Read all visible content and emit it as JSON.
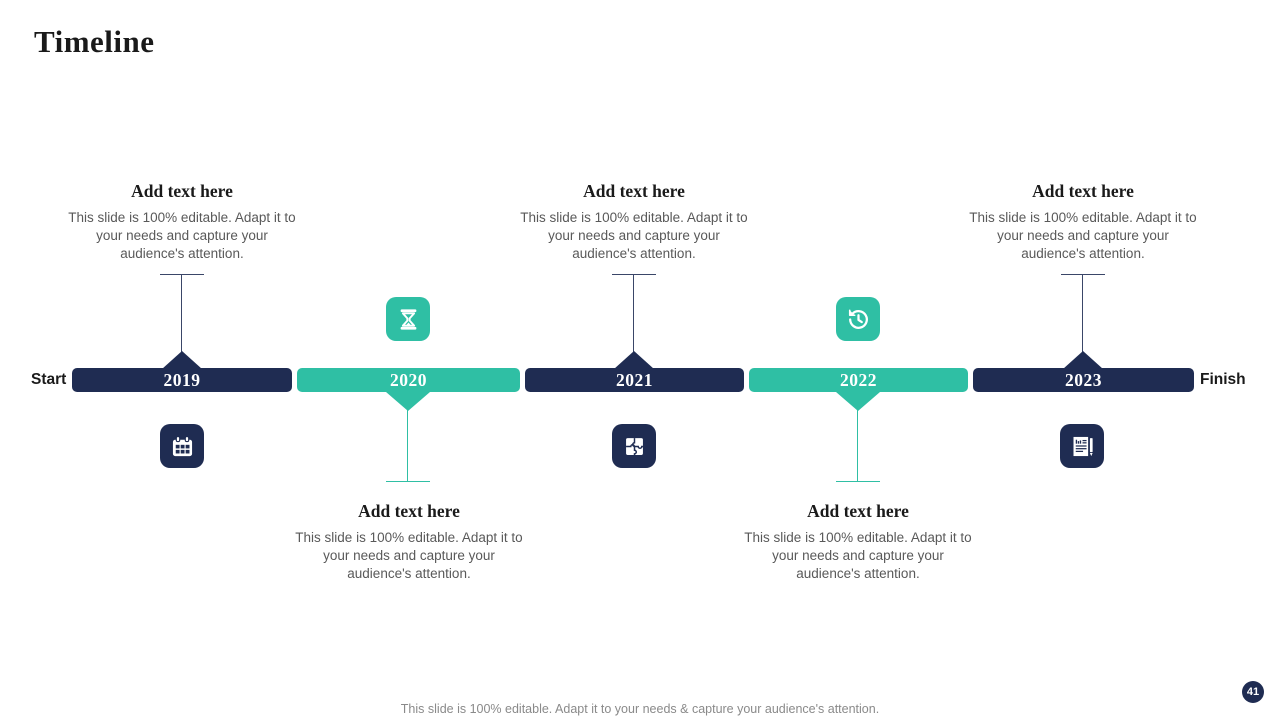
{
  "slide": {
    "title": "Timeline",
    "footer": "This slide is 100% editable. Adapt it to your needs & capture your audience's attention.",
    "page_number": "41"
  },
  "timeline": {
    "start_label": "Start",
    "finish_label": "Finish",
    "years": [
      "2019",
      "2020",
      "2021",
      "2022",
      "2023"
    ]
  },
  "blocks": {
    "top": [
      {
        "heading": "Add text here",
        "body": "This slide is 100% editable.  Adapt it to your needs and capture your audience's attention."
      },
      {
        "heading": "Add text here",
        "body": "This slide is 100% editable.  Adapt it to your needs and capture your audience's attention."
      },
      {
        "heading": "Add text here",
        "body": "This slide is 100% editable.  Adapt it to your needs and capture your audience's attention."
      }
    ],
    "bottom": [
      {
        "heading": "Add text here",
        "body": "This slide is 100% editable.  Adapt it to your needs and capture your audience's attention."
      },
      {
        "heading": "Add text here",
        "body": "This slide is 100% editable.  Adapt it to your needs and capture your audience's attention."
      }
    ]
  },
  "icons": {
    "above_2020": "hourglass-icon",
    "above_2022": "history-clock-icon",
    "below_2019": "calendar-icon",
    "below_2021": "puzzle-icon",
    "below_2023": "report-pen-icon"
  },
  "colors": {
    "navy": "#1f2c52",
    "teal": "#2fbfa4"
  }
}
